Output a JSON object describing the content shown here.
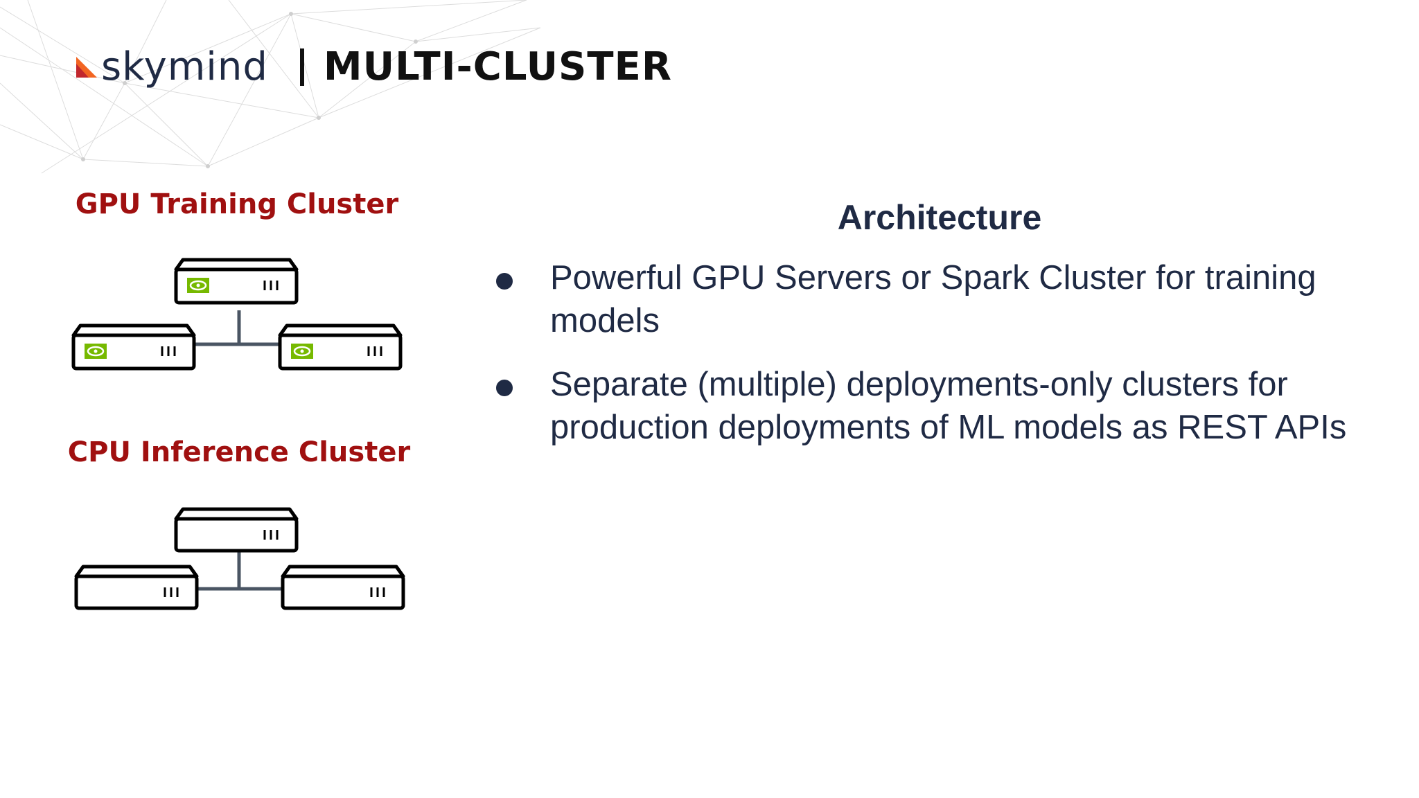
{
  "header": {
    "logo_text": "skymind",
    "title": "MULTI-CLUSTER"
  },
  "gpu_cluster": {
    "title": "GPU Training Cluster",
    "server_count": 3,
    "server_badge": "nvidia-logo-icon"
  },
  "cpu_cluster": {
    "title": "CPU Inference Cluster",
    "server_count": 3
  },
  "architecture": {
    "heading": "Architecture",
    "bullets": [
      {
        "lines": [
          "Powerful GPU Servers or Spark Cluster for training",
          "models"
        ]
      },
      {
        "lines": [
          "Separate (multiple) deployments-only clusters for",
          "production deployments of ML models as REST APIs"
        ]
      }
    ]
  },
  "colors": {
    "cluster_title": "#a01010",
    "text_dark": "#1f2a44",
    "nvidia_green": "#76b900",
    "connector": "#4a5563",
    "logo_orange": "#f26522",
    "logo_red": "#c1272d"
  }
}
